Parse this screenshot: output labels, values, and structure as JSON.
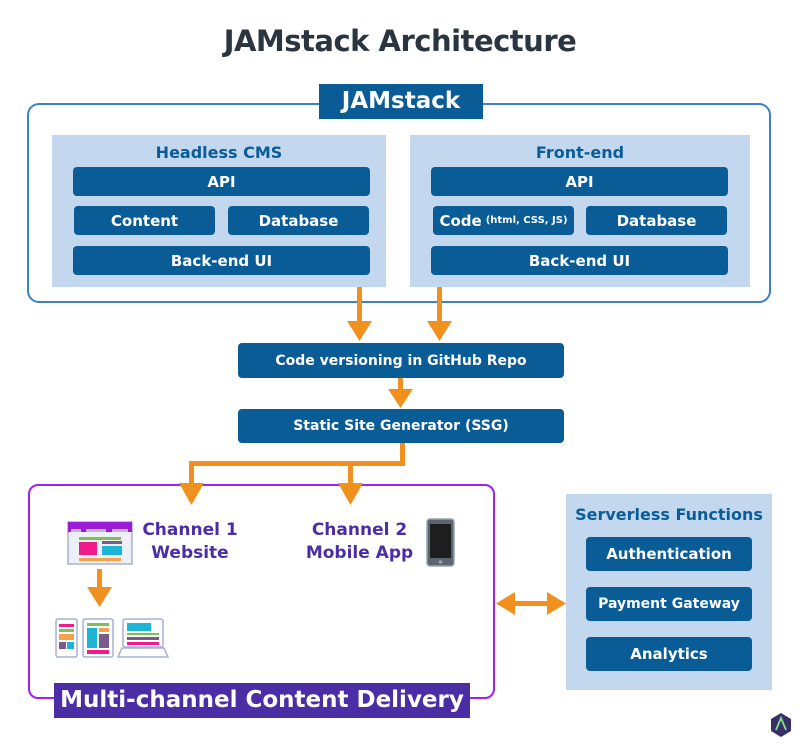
{
  "title": "JAMstack Architecture",
  "jamstack": {
    "label": "JAMstack",
    "headless_cms": {
      "title": "Headless CMS",
      "api": "API",
      "content": "Content",
      "database": "Database",
      "backend_ui": "Back-end UI"
    },
    "frontend": {
      "title": "Front-end",
      "api": "API",
      "code": "Code",
      "code_note": "(html, CSS, JS)",
      "database": "Database",
      "backend_ui": "Back-end UI"
    }
  },
  "pipeline": {
    "github": "Code versioning in GitHub Repo",
    "ssg": "Static Site Generator (SSG)"
  },
  "delivery": {
    "label": "Multi-channel Content Delivery",
    "channel1": {
      "line1": "Channel 1",
      "line2": "Website"
    },
    "channel2": {
      "line1": "Channel 2",
      "line2": "Mobile App"
    }
  },
  "serverless": {
    "title": "Serverless Functions",
    "items": [
      "Authentication",
      "Payment Gateway",
      "Analytics"
    ]
  },
  "colors": {
    "primary_blue": "#0a5c96",
    "panel_blue": "#c3d8ee",
    "frame_blue": "#3b82c4",
    "arrow_orange": "#f0901e",
    "delivery_purple": "#4b2ea6",
    "frame_purple": "#a020f0"
  }
}
